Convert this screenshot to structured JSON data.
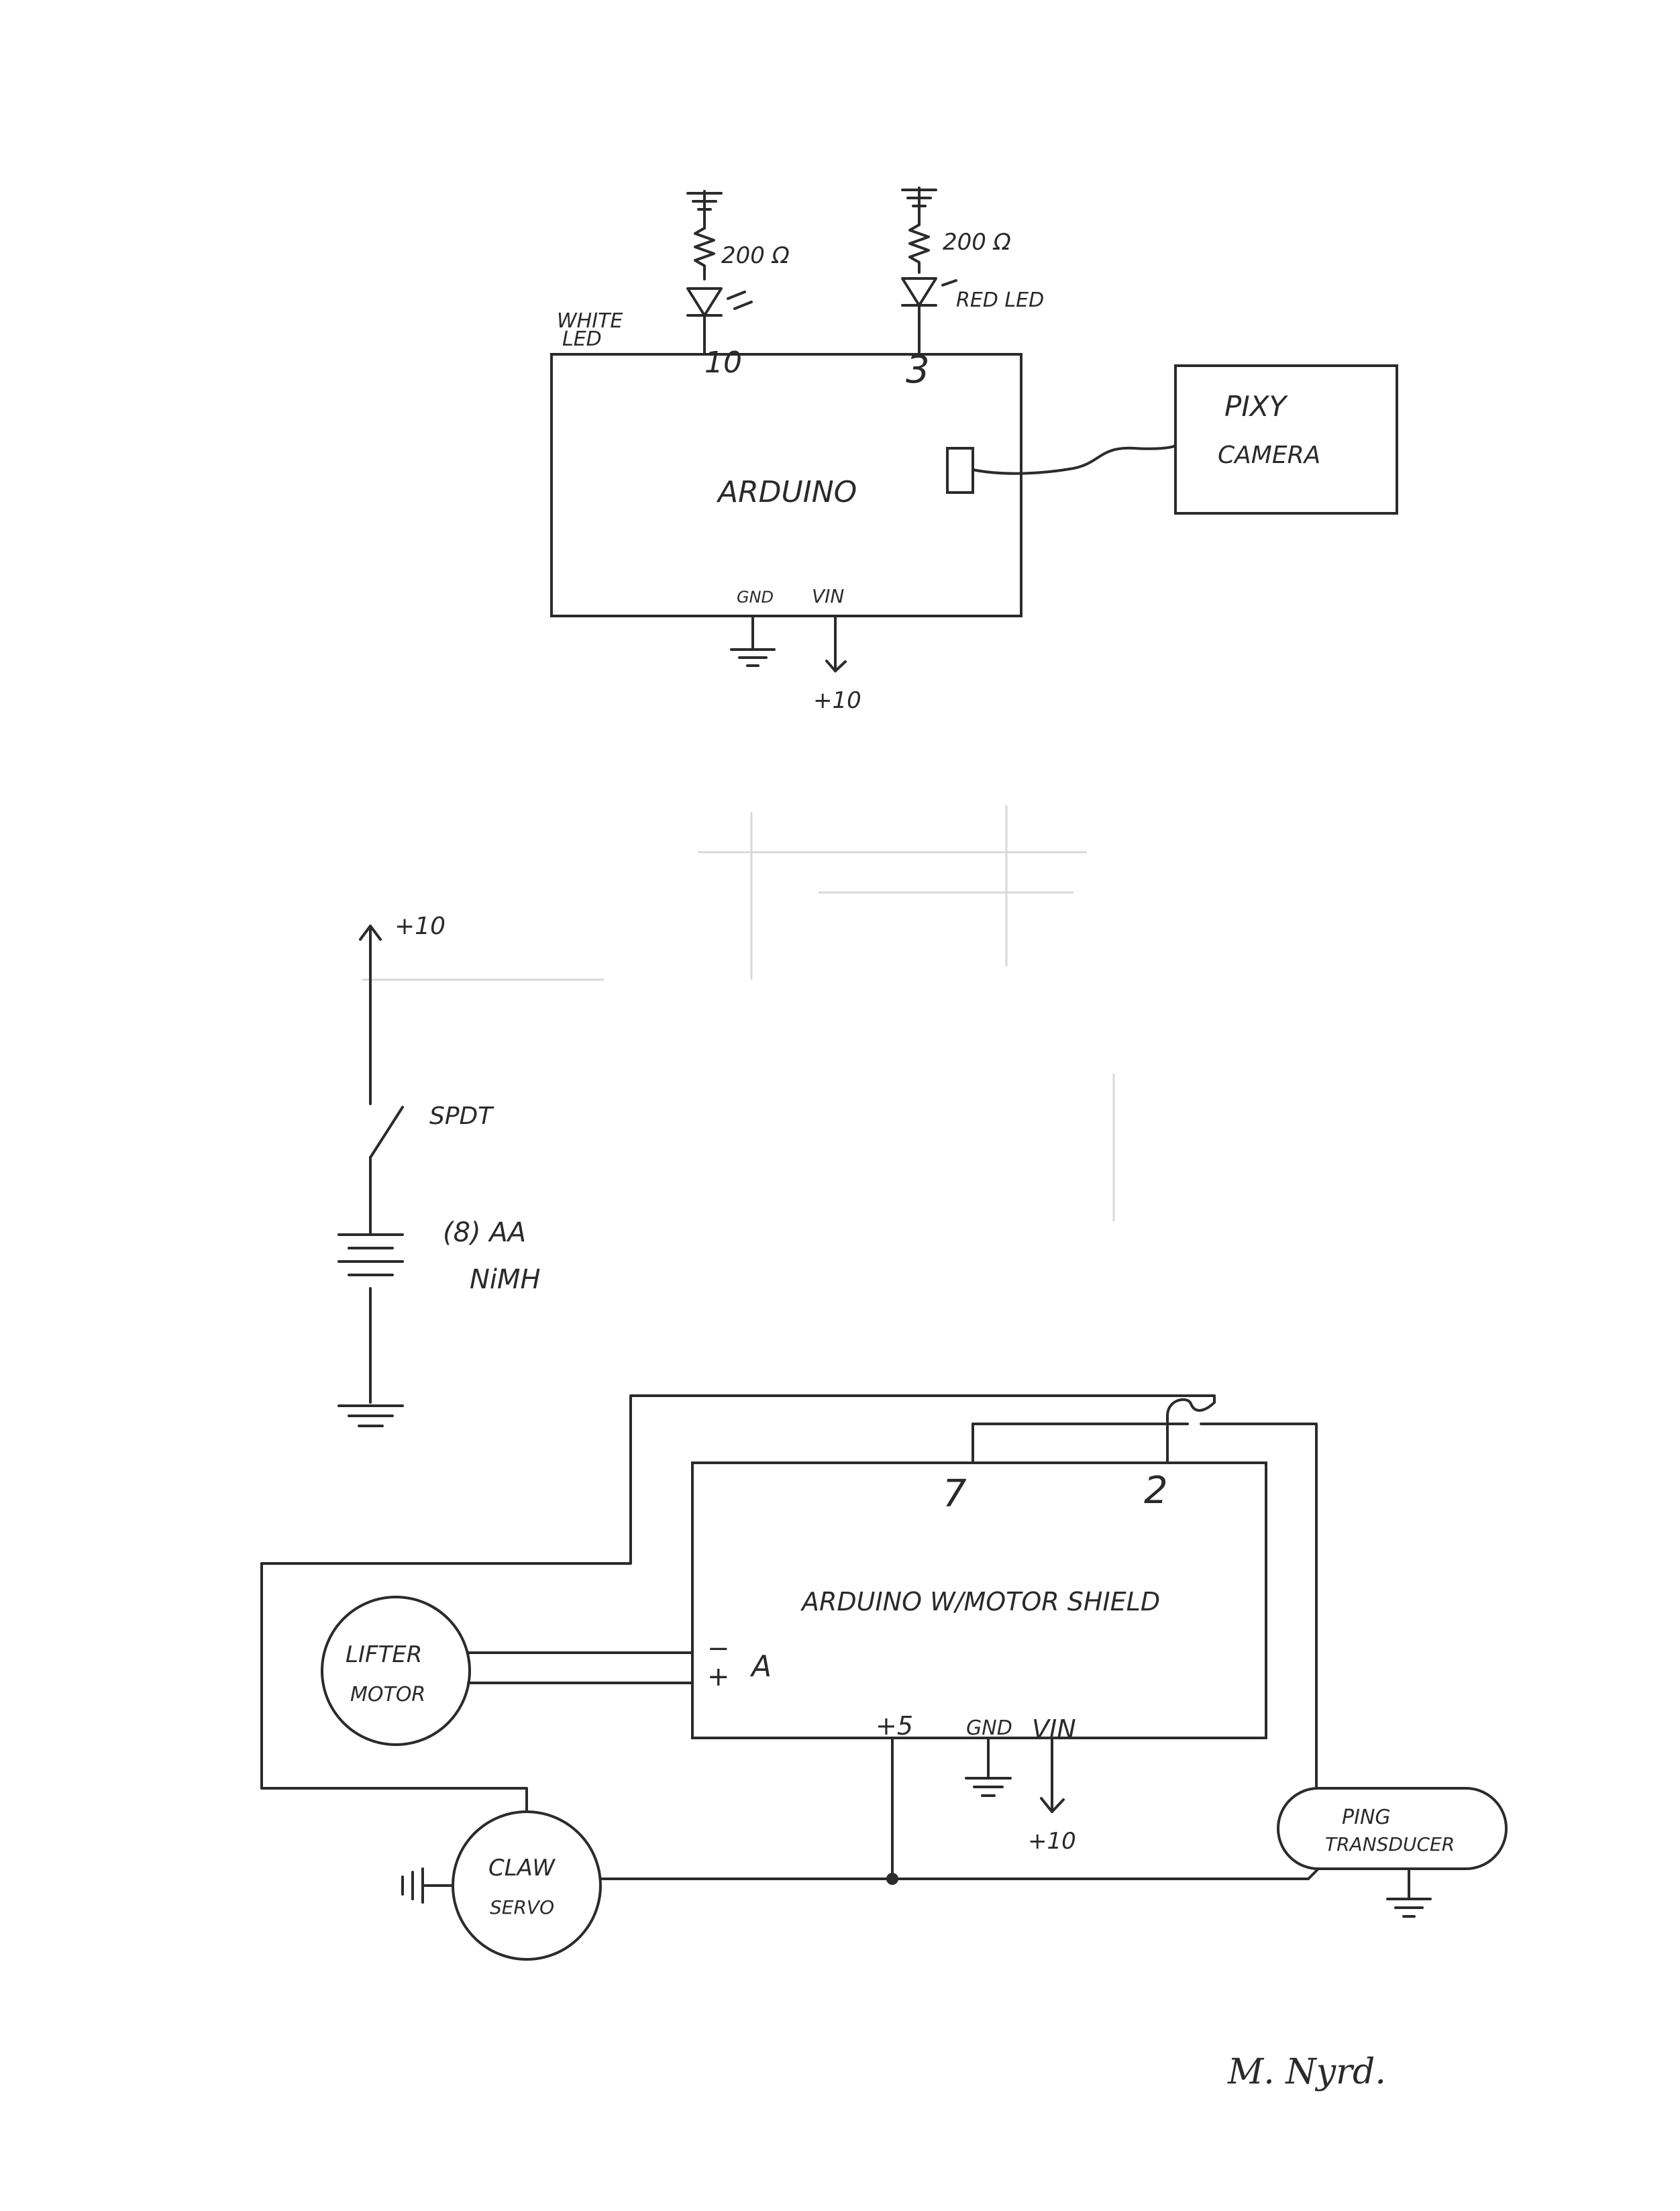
{
  "top_circuit": {
    "led_white_label": "WHITE",
    "led_white_label2": "LED",
    "resistor1_value": "200 Ω",
    "resistor2_value": "200 Ω",
    "led_red_label": "RED LED",
    "pin_10": "10",
    "pin_3": "3",
    "arduino_label": "ARDUINO",
    "gnd_label": "GND",
    "vin_label": "VIN",
    "supply_label": "+10",
    "camera_line1": "PIXY",
    "camera_line2": "CAMERA"
  },
  "power_circuit": {
    "supply_label": "+10",
    "switch_label": "SPDT",
    "battery_line1": "(8) AA",
    "battery_line2": "NiMH"
  },
  "bottom_circuit": {
    "pin_7": "7",
    "pin_2": "2",
    "shield_label": "ARDUINO  W/MOTOR SHIELD",
    "motor_port": "A",
    "motor_minus": "−",
    "motor_plus": "+",
    "lifter_line1": "LIFTER",
    "lifter_line2": "MOTOR",
    "plus5_label": "+5",
    "gnd_label": "GND",
    "vin_label": "VIN",
    "supply_label": "+10",
    "ping_line1": "PING",
    "ping_line2": "TRANSDUCER",
    "servo_line1": "CLAW",
    "servo_line2": "SERVO"
  },
  "signature": "M. Nyrd."
}
